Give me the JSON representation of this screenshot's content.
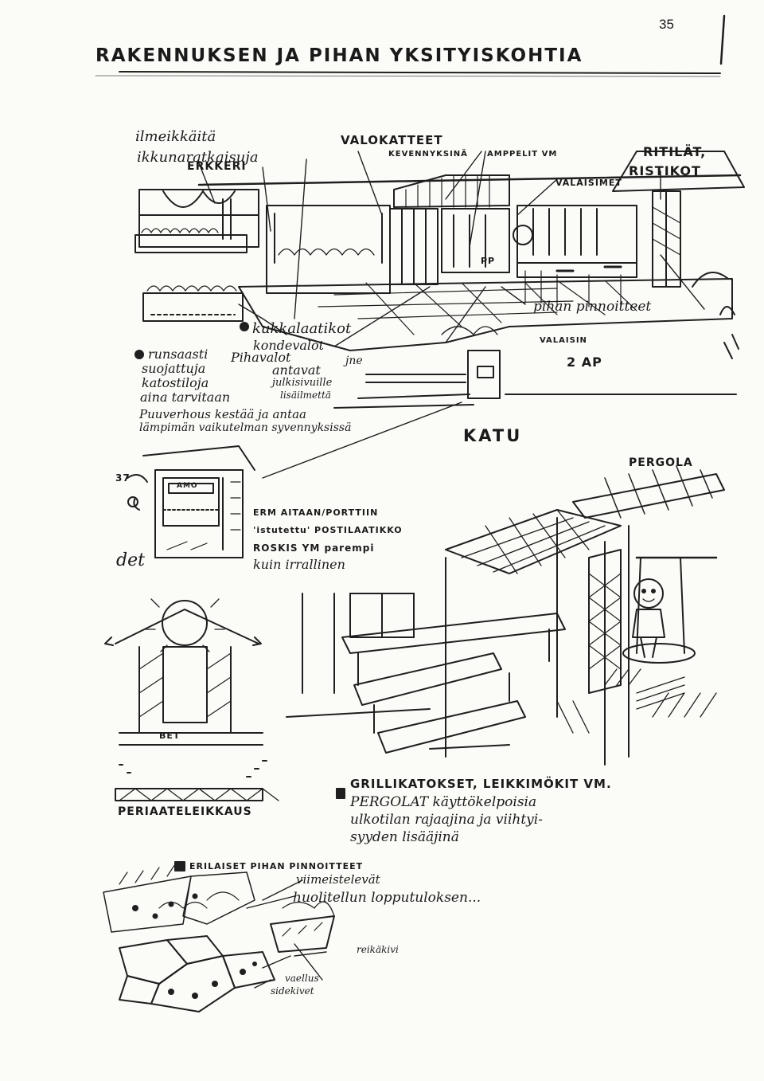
{
  "page_number": "35",
  "title": "RAKENNUKSEN JA PIHAN YKSITYISKOHTIA",
  "labels": {
    "ikkuna": [
      "ilmeikkäitä",
      "ikkunaratkaisuja"
    ],
    "erkkeri": "ERKKERI",
    "valokatteet": "VALOKATTEET",
    "keveys": "KEVENNYKSINÄ",
    "amppelit": "AMPPELIT VM",
    "valaisimet": "VALAISIMET",
    "ritilat": [
      "RITILÄT,",
      "RISTIKOT"
    ],
    "pp": "PP",
    "kukkalaatikot": [
      "kukkalaatikot",
      "kondevalot"
    ],
    "pihavalot": [
      "Pihavalot",
      "antavat",
      "julkisivuille",
      "lisäilmettä"
    ],
    "jne": "jne",
    "runsaasti": [
      "runsaasti",
      "suojattuja",
      "katostiloja",
      "aina tarvitaan"
    ],
    "puuverhous": "Puuverhous kestää ja antaa",
    "lampimän": "lämpimän vaikutelman syvennyksissä",
    "pihan_pinnoitteet": "pihan pinnoitteet",
    "valaisin": "VALAISIN",
    "zap": "2 AP",
    "katu": "KATU",
    "pergola": "PERGOLA",
    "aitaan": [
      "ERM AITAAN/PORTTIIN",
      "'istutettu' POSTILAATIKKO",
      "ROSKIS YM parempi",
      "kuin irrallinen"
    ],
    "det": "det",
    "bet": "BET",
    "periaate": "PERIAATELEIKKAUS",
    "grillikatokset": [
      "GRILLIKATOKSET, LEIKKIMÖKIT VM.",
      "PERGOLAT käyttökelpoisia",
      "ulkotilan rajaajina ja viihtyi-",
      "syyden lisääjinä"
    ],
    "erilaiset": [
      "ERILAISET PIHAN PINNOITTEET",
      "viimeistelevät",
      "huolitellun lopputuloksen..."
    ],
    "reikakivi": "reikäkivi",
    "vaellus": [
      "vaellus",
      "sidekivet"
    ],
    "sym": "37",
    "ammo": "AMO"
  }
}
